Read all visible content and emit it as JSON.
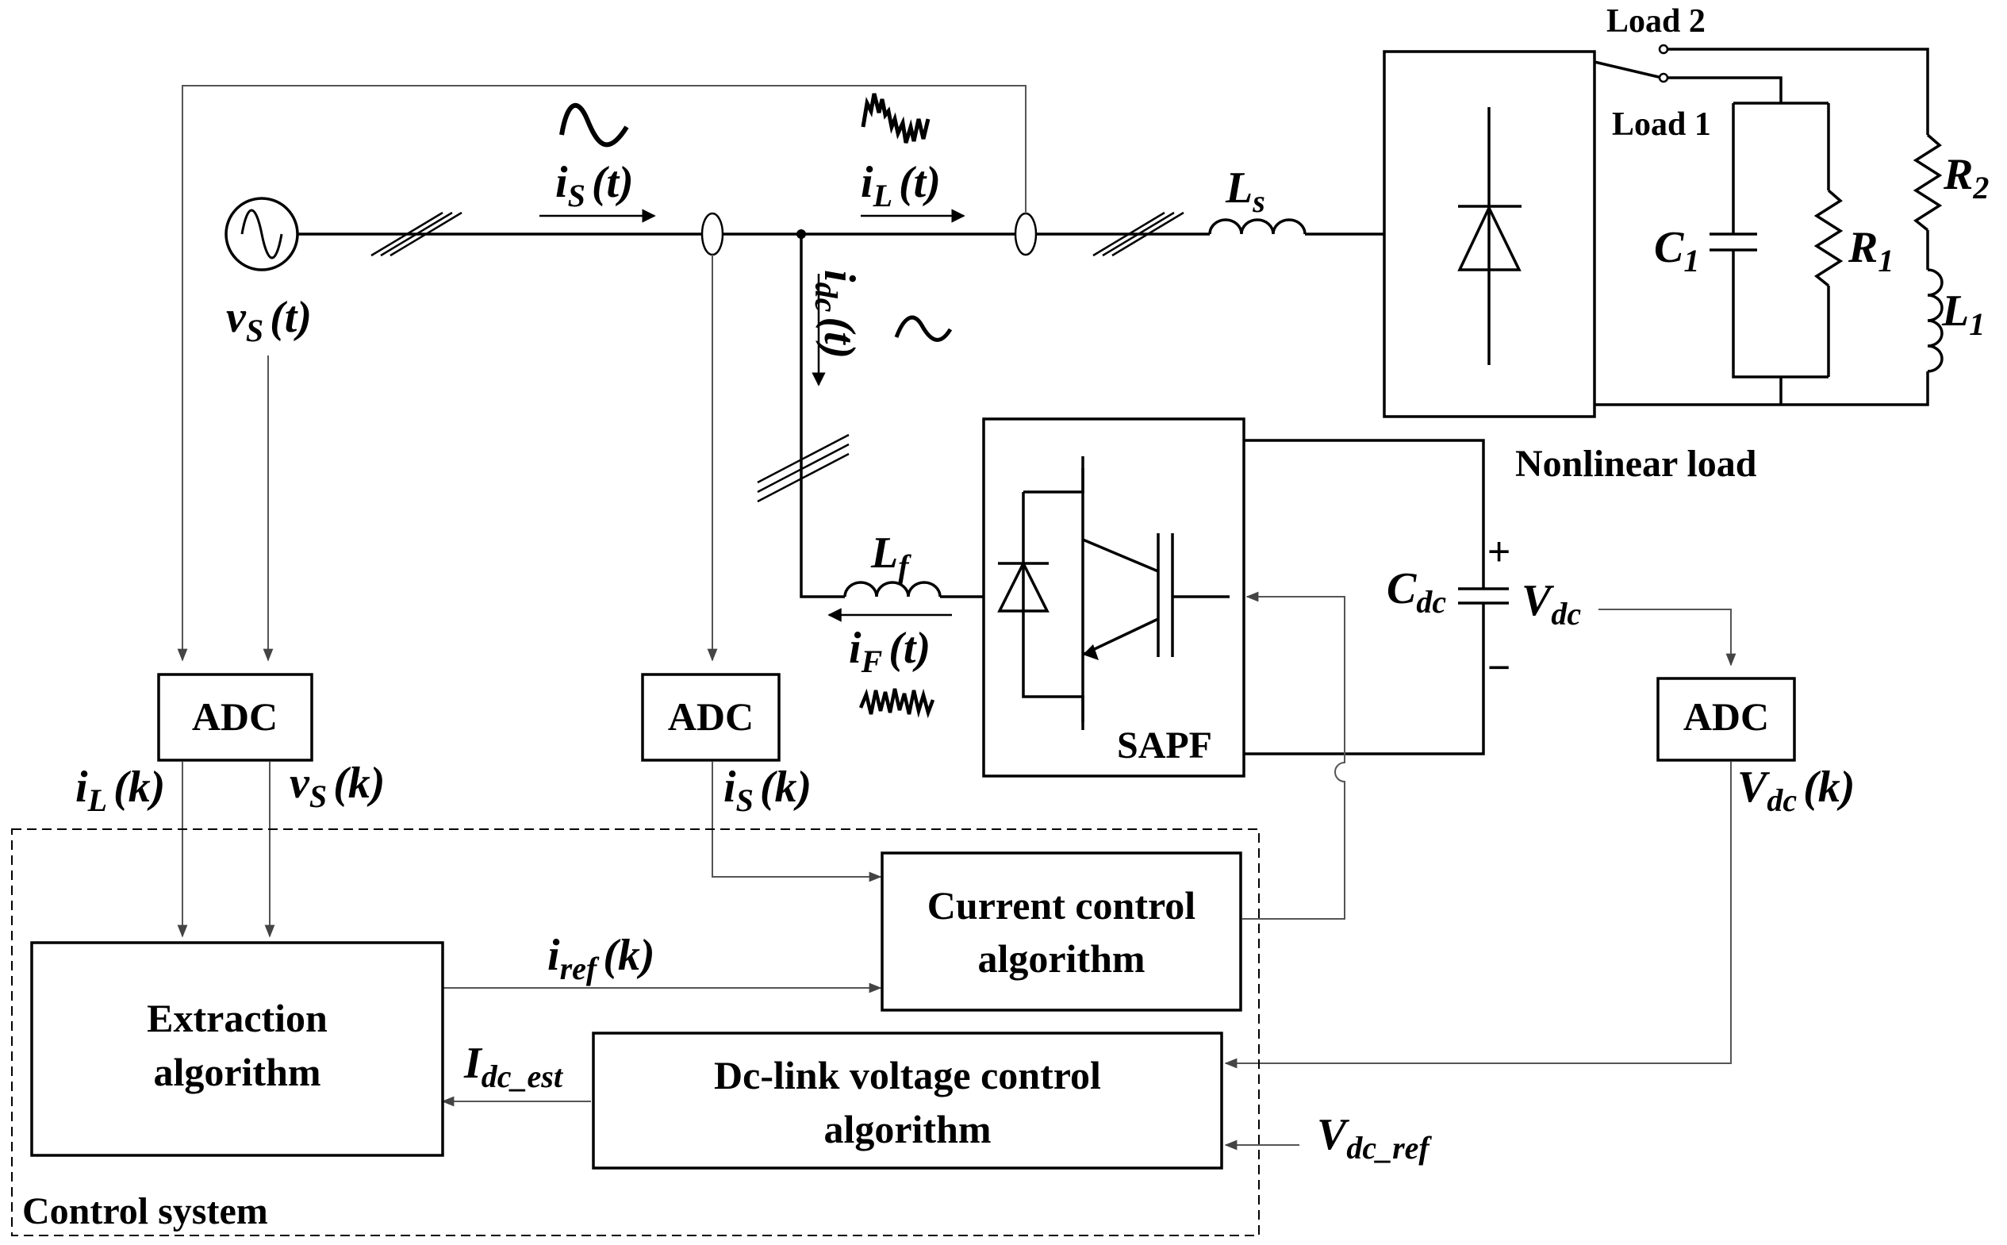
{
  "labels": {
    "load2": "Load 2",
    "load1": "Load 1",
    "nonlinear_load": "Nonlinear load",
    "control_system": "Control system",
    "sapf": "SAPF",
    "plus": "+",
    "minus": "−"
  },
  "blocks": {
    "adc": "ADC",
    "extraction_line1": "Extraction",
    "extraction_line2": "algorithm",
    "current_line1": "Current control",
    "current_line2": "algorithm",
    "dclink_line1": "Dc-link voltage control",
    "dclink_line2": "algorithm"
  },
  "symbols": {
    "vs_t": {
      "base": "v",
      "sub": "S",
      "arg": "(t)"
    },
    "is_t": {
      "base": "i",
      "sub": "S",
      "arg": "(t)"
    },
    "il_t": {
      "base": "i",
      "sub": "L",
      "arg": "(t)"
    },
    "idc_t": {
      "base": "i",
      "sub": "dc",
      "arg": "(t)"
    },
    "if_t": {
      "base": "i",
      "sub": "F",
      "arg": "(t)"
    },
    "ls": {
      "base": "L",
      "sub": "s"
    },
    "lf": {
      "base": "L",
      "sub": "f"
    },
    "c1": {
      "base": "C",
      "sub": "1"
    },
    "r1": {
      "base": "R",
      "sub": "1"
    },
    "r2": {
      "base": "R",
      "sub": "2"
    },
    "l1": {
      "base": "L",
      "sub": "1"
    },
    "cdc": {
      "base": "C",
      "sub": "dc"
    },
    "vdc": {
      "base": "V",
      "sub": "dc"
    },
    "il_k": {
      "base": "i",
      "sub": "L",
      "arg": "(k)"
    },
    "vs_k": {
      "base": "v",
      "sub": "S",
      "arg": "(k)"
    },
    "is_k": {
      "base": "i",
      "sub": "S",
      "arg": "(k)"
    },
    "vdc_k": {
      "base": "V",
      "sub": "dc",
      "arg": "(k)"
    },
    "iref_k": {
      "base": "i",
      "sub": "ref",
      "arg": "(k)"
    },
    "idc_est": {
      "base": "I",
      "sub": "dc_est"
    },
    "vdc_ref": {
      "base": "V",
      "sub": "dc_ref"
    }
  }
}
